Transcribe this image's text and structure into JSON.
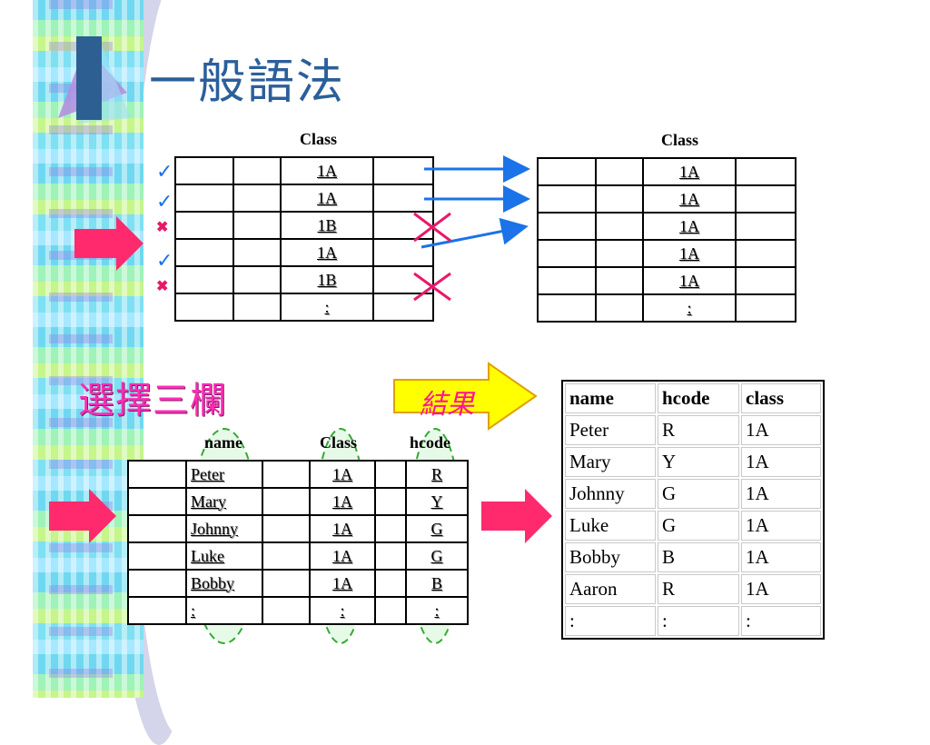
{
  "title": "一般語法",
  "top_left": {
    "header": "Class",
    "rows": [
      "1A",
      "1A",
      "1B",
      "1A",
      "1B",
      ":"
    ],
    "marks": [
      "check",
      "check",
      "x",
      "check",
      "x",
      ""
    ]
  },
  "top_right": {
    "header": "Class",
    "rows": [
      "1A",
      "1A",
      "1A",
      "1A",
      "1A",
      ":"
    ]
  },
  "select_label": "選擇三欄",
  "result_label": "結果",
  "bottom_left": {
    "headers": [
      "name",
      "Class",
      "hcode"
    ],
    "rows": [
      [
        "Peter",
        "1A",
        "R"
      ],
      [
        "Mary",
        "1A",
        "Y"
      ],
      [
        "Johnny",
        "1A",
        "G"
      ],
      [
        "Luke",
        "1A",
        "G"
      ],
      [
        "Bobby",
        "1A",
        "B"
      ],
      [
        ":",
        ":",
        ":"
      ]
    ]
  },
  "result_table": {
    "headers": [
      "name",
      "hcode",
      "class"
    ],
    "rows": [
      [
        "Peter",
        "R",
        "1A"
      ],
      [
        "Mary",
        "Y",
        "1A"
      ],
      [
        "Johnny",
        "G",
        "1A"
      ],
      [
        "Luke",
        "G",
        "1A"
      ],
      [
        "Bobby",
        "B",
        "1A"
      ],
      [
        "Aaron",
        "R",
        "1A"
      ],
      [
        ":",
        ":",
        ":"
      ]
    ]
  },
  "colors": {
    "title": "#2b5f9a",
    "arrow_pink": "#ff2a6d",
    "arrow_blue": "#1a73e8",
    "cross": "#e8196b",
    "highlight": "#33aa33"
  },
  "icons": {
    "check": "check-icon",
    "x": "x-icon"
  }
}
